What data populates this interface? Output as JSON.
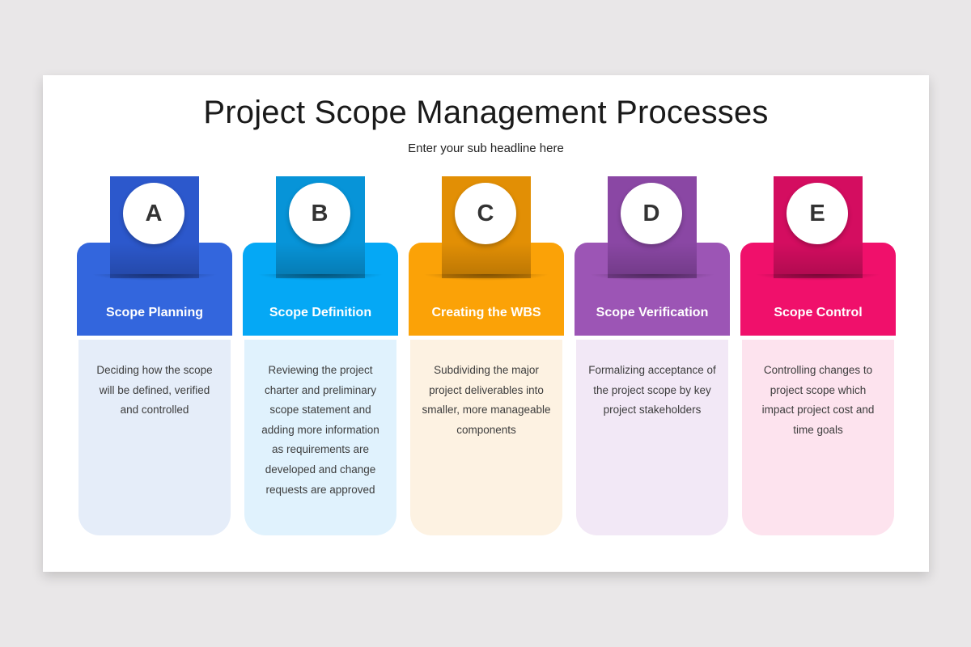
{
  "slide": {
    "title": "Project Scope Management Processes",
    "subtitle": "Enter your sub headline here"
  },
  "cards": [
    {
      "letter": "A",
      "label": "Scope Planning",
      "description": "Deciding how the scope will be defined, verified and controlled",
      "color": "#3366dd",
      "tab_color": "#2c58cc",
      "body_color": "#e5edf9"
    },
    {
      "letter": "B",
      "label": "Scope Definition",
      "description": "Reviewing the project charter and preliminary scope statement and adding more information as requirements are developed and change requests are approved",
      "color": "#05a8f5",
      "tab_color": "#0794d8",
      "body_color": "#e0f2fd"
    },
    {
      "letter": "C",
      "label": "Creating the WBS",
      "description": "Subdividing the major project deliverables into smaller, more manageable components",
      "color": "#fba207",
      "tab_color": "#e28f05",
      "body_color": "#fdf2e2"
    },
    {
      "letter": "D",
      "label": "Scope Verification",
      "description": "Formalizing acceptance of the project scope by key project stakeholders",
      "color": "#9c55b5",
      "tab_color": "#8a47a4",
      "body_color": "#f2e8f6"
    },
    {
      "letter": "E",
      "label": "Scope Control",
      "description": "Controlling changes to project scope which impact project cost and time goals",
      "color": "#f0106b",
      "tab_color": "#d40d60",
      "body_color": "#fde3ee"
    }
  ]
}
